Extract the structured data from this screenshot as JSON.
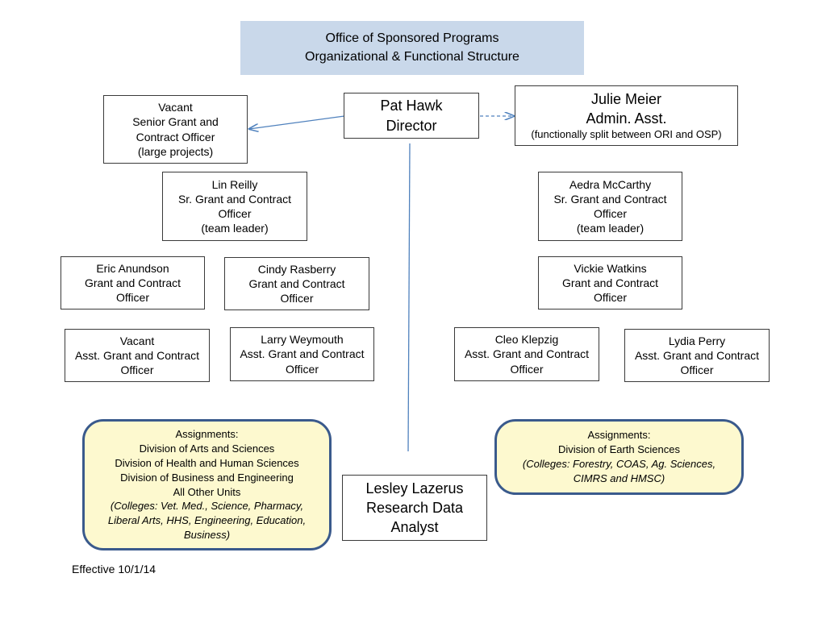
{
  "header": {
    "line1": "Office of Sponsored Programs",
    "line2": "Organizational & Functional Structure"
  },
  "director": {
    "name": "Pat Hawk",
    "title": "Director"
  },
  "admin": {
    "name": "Julie Meier",
    "title": "Admin. Asst.",
    "note": "(functionally split between ORI and OSP)"
  },
  "vacant_senior": {
    "name": "Vacant",
    "title_line1": "Senior Grant and",
    "title_line2": "Contract Officer",
    "note": "(large projects)"
  },
  "left_team": {
    "leader": {
      "name": "Lin Reilly",
      "title_line1": "Sr. Grant and Contract",
      "title_line2": "Officer",
      "note": "(team leader)"
    },
    "officers": [
      {
        "name": "Eric Anundson",
        "title_line1": "Grant and Contract",
        "title_line2": "Officer"
      },
      {
        "name": "Cindy Rasberry",
        "title_line1": "Grant and Contract",
        "title_line2": "Officer"
      }
    ],
    "assistants": [
      {
        "name": "Vacant",
        "title_line1": "Asst. Grant and Contract",
        "title_line2": "Officer"
      },
      {
        "name": "Larry Weymouth",
        "title_line1": "Asst. Grant and Contract",
        "title_line2": "Officer"
      }
    ],
    "assignments": {
      "heading": "Assignments:",
      "lines": [
        "Division of Arts and Sciences",
        "Division of Health and Human Sciences",
        "Division of Business and Engineering",
        "All Other Units"
      ],
      "colleges_lines": [
        "(Colleges:  Vet. Med., Science, Pharmacy,",
        "Liberal Arts, HHS, Engineering, Education,",
        "Business)"
      ]
    }
  },
  "right_team": {
    "leader": {
      "name": "Aedra McCarthy",
      "title_line1": "Sr. Grant and Contract",
      "title_line2": "Officer",
      "note": "(team leader)"
    },
    "officers": [
      {
        "name": "Vickie Watkins",
        "title_line1": "Grant and Contract",
        "title_line2": "Officer"
      }
    ],
    "assistants": [
      {
        "name": "Cleo Klepzig",
        "title_line1": "Asst. Grant and Contract",
        "title_line2": "Officer"
      },
      {
        "name": "Lydia Perry",
        "title_line1": "Asst. Grant and Contract",
        "title_line2": "Officer"
      }
    ],
    "assignments": {
      "heading": "Assignments:",
      "lines": [
        "Division of Earth Sciences"
      ],
      "colleges_lines": [
        "(Colleges:  Forestry, COAS, Ag. Sciences,",
        "CIMRS and HMSC)"
      ]
    }
  },
  "analyst": {
    "line1": "Lesley Lazerus",
    "line2": "Research Data",
    "line3": "Analyst"
  },
  "footer": {
    "effective": "Effective 10/1/14"
  },
  "colors": {
    "header_fill": "#c9d8ea",
    "assignment_fill": "#fdf9cf",
    "assignment_border": "#3a5a8c",
    "connector": "#4f81bd"
  }
}
